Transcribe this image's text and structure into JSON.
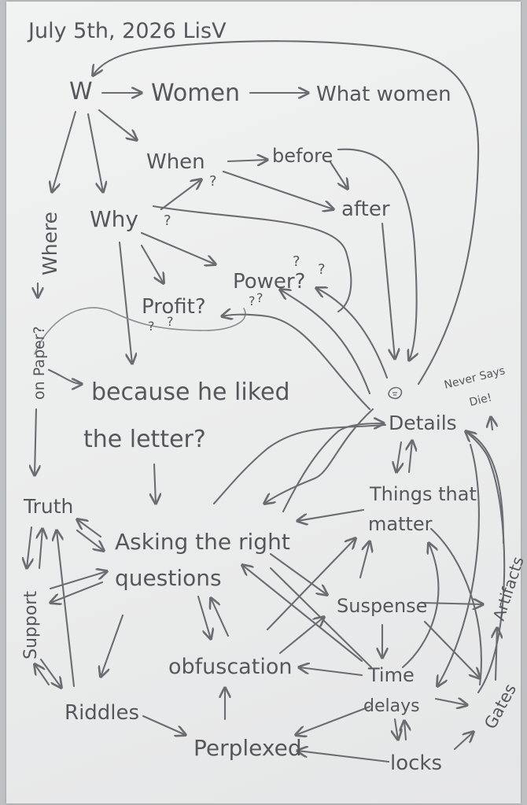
{
  "header": {
    "date_author": "July 5th, 2026 LisV"
  },
  "nodes": {
    "w": "W",
    "women": "Women",
    "what_women": "What women",
    "when": "When",
    "before": "before",
    "after": "after",
    "why": "Why",
    "where": "Where",
    "on_paper": "on Paper?",
    "power": "Power?",
    "profit": "Profit?",
    "because_1": "because he liked",
    "because_2": "the letter?",
    "truth": "Truth",
    "support": "Support",
    "asking_1": "Asking the right",
    "asking_2": "questions",
    "details": "Details",
    "never_says_1": "Never Says",
    "never_says_2": "Die!",
    "things_1": "Things that",
    "things_2": "matter",
    "suspense": "Suspense",
    "artifacts": "Artifacts",
    "obfuscation": "obfuscation",
    "time": "Time",
    "delays": "delays",
    "riddles": "Riddles",
    "perplexed": "Perplexed",
    "locks": "locks",
    "gates": "Gates"
  },
  "marks": {
    "q1": "?",
    "q2": "?",
    "q3": "?",
    "q4": "?",
    "q5": "?",
    "q6": "?",
    "q7": "?",
    "q8": "?"
  },
  "style": {
    "ink": "#55575a",
    "paper": "#eeeff0",
    "background": "#bfc0c2"
  }
}
